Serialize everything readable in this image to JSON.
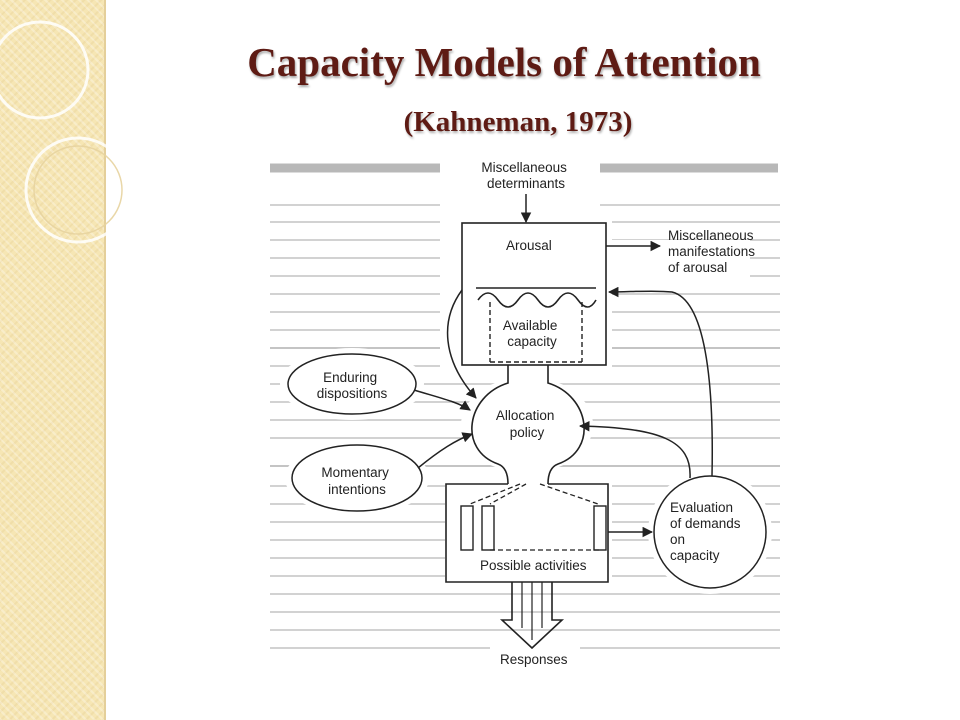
{
  "title": "Capacity Models of Attention",
  "subtitle": "(Kahneman, 1973)",
  "diagram": {
    "misc_determinants": [
      "Miscellaneous",
      "determinants"
    ],
    "arousal": "Arousal",
    "misc_manifestations": [
      "Miscellaneous",
      "manifestations",
      "of arousal"
    ],
    "available_capacity": [
      "Available",
      "capacity"
    ],
    "enduring_dispositions": [
      "Enduring",
      "dispositions"
    ],
    "allocation_policy": [
      "Allocation",
      "policy"
    ],
    "momentary_intentions": [
      "Momentary",
      "intentions"
    ],
    "evaluation": [
      "Evaluation",
      "of demands",
      "on",
      "capacity"
    ],
    "possible_activities": "Possible activities",
    "responses": "Responses"
  }
}
